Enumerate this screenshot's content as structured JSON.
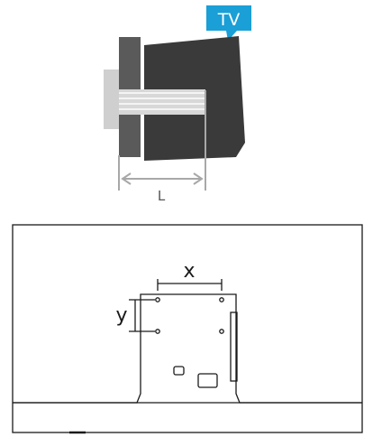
{
  "screw_diagram": {
    "tv_label": "TV",
    "length_label": "L",
    "colors": {
      "tv_callout": "#1a9fd6",
      "tv_body": "#3a3a3a",
      "bracket": "#5a5a5a",
      "screw": "#cfcfcf",
      "dimension": "#a8a8a8"
    }
  },
  "tv_back_diagram": {
    "horizontal_spacing_label": "x",
    "vertical_spacing_label": "y",
    "colors": {
      "outline": "#1a1a1a"
    }
  }
}
